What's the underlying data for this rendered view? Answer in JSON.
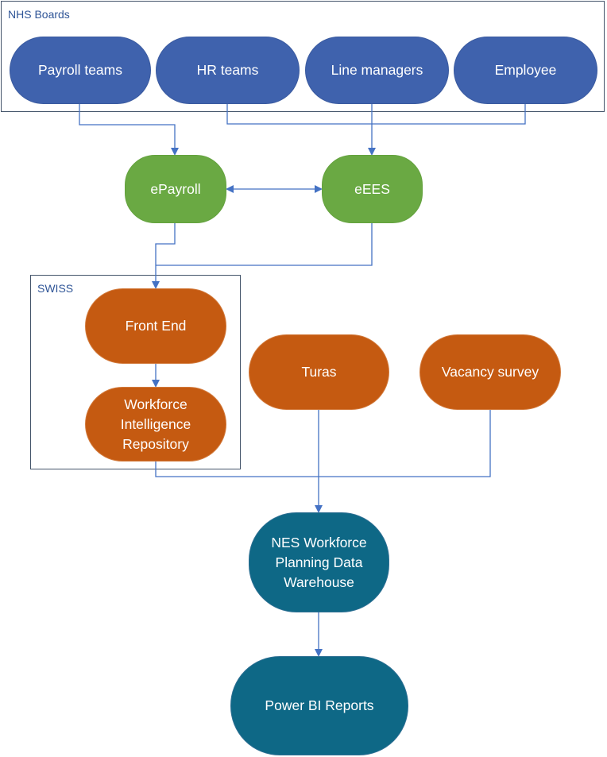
{
  "diagram": {
    "groups": {
      "nhs_boards": "NHS Boards",
      "swiss": "SWISS"
    },
    "nodes": {
      "payroll_teams": "Payroll teams",
      "hr_teams": "HR teams",
      "line_managers": "Line managers",
      "employee": "Employee",
      "epayroll": "ePayroll",
      "eees": "eEES",
      "front_end": "Front End",
      "wir_line1": "Workforce",
      "wir_line2": "Intelligence",
      "wir_line3": "Repository",
      "turas": "Turas",
      "vacancy_survey": "Vacancy survey",
      "nes_line1": "NES Workforce",
      "nes_line2": "Planning Data",
      "nes_line3": "Warehouse",
      "power_bi": "Power BI Reports"
    },
    "colors": {
      "source_blue": "#3f62ad",
      "system_green": "#6aa943",
      "process_orange": "#c55a11",
      "warehouse_teal": "#0e6886",
      "connector": "#4472c4",
      "group_border": "#44546a"
    },
    "edges": [
      {
        "from": "Payroll teams",
        "to": "ePayroll"
      },
      {
        "from": "HR teams",
        "to": "eEES"
      },
      {
        "from": "Line managers",
        "to": "eEES"
      },
      {
        "from": "Employee",
        "to": "eEES"
      },
      {
        "from": "ePayroll",
        "to": "eEES",
        "bidirectional": true
      },
      {
        "from": "ePayroll",
        "to": "Front End"
      },
      {
        "from": "eEES",
        "to": "Front End"
      },
      {
        "from": "Front End",
        "to": "Workforce Intelligence Repository"
      },
      {
        "from": "Workforce Intelligence Repository",
        "to": "NES Workforce Planning Data Warehouse"
      },
      {
        "from": "Turas",
        "to": "NES Workforce Planning Data Warehouse"
      },
      {
        "from": "Vacancy survey",
        "to": "NES Workforce Planning Data Warehouse"
      },
      {
        "from": "NES Workforce Planning Data Warehouse",
        "to": "Power BI Reports"
      }
    ]
  }
}
